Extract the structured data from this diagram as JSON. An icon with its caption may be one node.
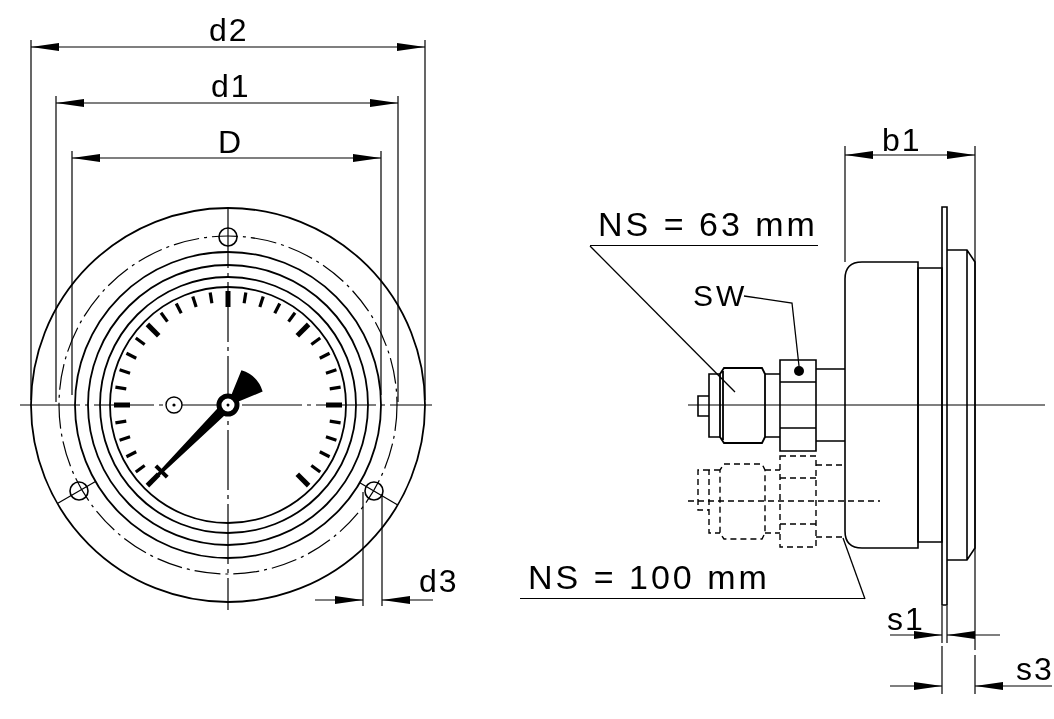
{
  "diagram": {
    "nodes": [
      {
        "text": [
          "NS = 63 mm"
        ]
      },
      {
        "text": [],
        "shape": "picture"
      },
      {
        "text": [
          "SW"
        ]
      },
      {
        "text": [],
        "shape": "circle"
      },
      {
        "text": [
          "NS = 100 mm"
        ]
      },
      {
        "text": [],
        "shape": "picture"
      }
    ],
    "edges": [
      {
        "from": 0,
        "to": 1,
        "arrow": "none"
      },
      {
        "from": 2,
        "to": 3,
        "arrow": "none"
      },
      {
        "from": 4,
        "to": 5,
        "arrow": "none"
      }
    ],
    "labels": [
      "d2",
      "d1",
      "D",
      "d3",
      "b1",
      "s1",
      "s3"
    ]
  }
}
